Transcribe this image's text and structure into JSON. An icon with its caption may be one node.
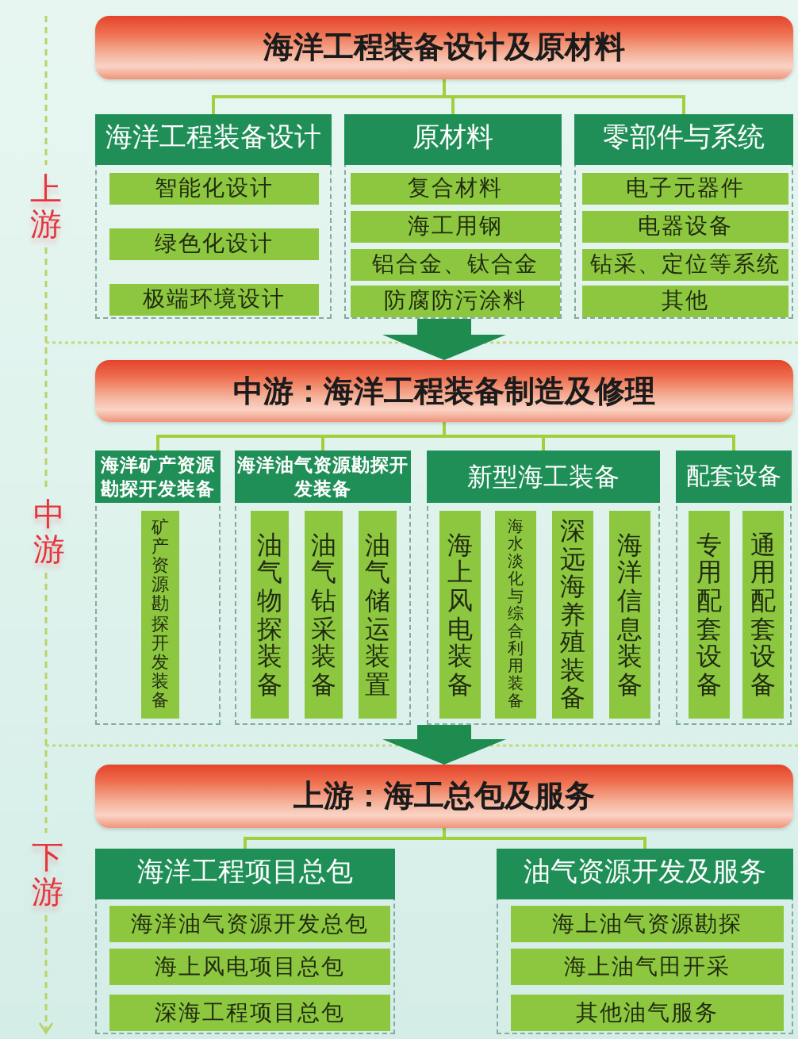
{
  "diagram": {
    "nodes": [
      {
        "text": [
          "海洋工程装备设计及原材料"
        ]
      },
      {
        "text": [
          "海洋工程装备设计"
        ]
      },
      {
        "text": [
          "智能化设计"
        ],
        "in": 1
      },
      {
        "text": [
          "绿色化设计"
        ],
        "in": 1
      },
      {
        "text": [
          "极端环境设计"
        ],
        "in": 1
      },
      {
        "text": [
          "原材料"
        ]
      },
      {
        "text": [
          "复合材料"
        ],
        "in": 5
      },
      {
        "text": [
          "海工用钢"
        ],
        "in": 5
      },
      {
        "text": [
          "铝合金、钛合金"
        ],
        "in": 5
      },
      {
        "text": [
          "防腐防污涂料"
        ],
        "in": 5
      },
      {
        "text": [
          "零部件与系统"
        ]
      },
      {
        "text": [
          "电子元器件"
        ],
        "in": 10
      },
      {
        "text": [
          "电器设备"
        ],
        "in": 10
      },
      {
        "text": [
          "钻采、定位等系统"
        ],
        "in": 10
      },
      {
        "text": [
          "其他"
        ],
        "in": 10
      },
      {
        "text": [
          "中游：海洋工程装备制造及修理"
        ]
      },
      {
        "text": [
          "海洋矿产资源勘探开发装备"
        ]
      },
      {
        "text": [
          "矿产资源勘探开发装备"
        ],
        "in": 16
      },
      {
        "text": [
          "海洋油气资源勘探开发装备"
        ]
      },
      {
        "text": [
          "油气物探装备"
        ],
        "in": 18
      },
      {
        "text": [
          "油气钻采装备"
        ],
        "in": 18
      },
      {
        "text": [
          "油气储运装置"
        ],
        "in": 18
      },
      {
        "text": [
          "新型海工装备"
        ]
      },
      {
        "text": [
          "海上风电装备"
        ],
        "in": 22
      },
      {
        "text": [
          "海水淡化与综合利用装备"
        ],
        "in": 22
      },
      {
        "text": [
          "深远海养殖装备"
        ],
        "in": 22
      },
      {
        "text": [
          "海洋信息装备"
        ],
        "in": 22
      },
      {
        "text": [
          "配套设备"
        ]
      },
      {
        "text": [
          "专用配套设备"
        ],
        "in": 27
      },
      {
        "text": [
          "通用配套设备"
        ],
        "in": 27
      },
      {
        "text": [
          "上游：海工总包及服务"
        ]
      },
      {
        "text": [
          "海洋工程项目总包"
        ]
      },
      {
        "text": [
          "海洋油气资源开发总包"
        ],
        "in": 31
      },
      {
        "text": [
          "海上风电项目总包"
        ],
        "in": 31
      },
      {
        "text": [
          "深海工程项目总包"
        ],
        "in": 31
      },
      {
        "text": [
          "油气资源开发及服务"
        ]
      },
      {
        "text": [
          "海上油气资源勘探"
        ],
        "in": 35
      },
      {
        "text": [
          "海上油气田开采"
        ],
        "in": 35
      },
      {
        "text": [
          "其他油气服务"
        ],
        "in": 35
      }
    ],
    "edges": [
      {
        "from": 0,
        "to": 1,
        "arrow": "none"
      },
      {
        "from": 0,
        "to": 5,
        "arrow": "none"
      },
      {
        "from": 0,
        "to": 10,
        "arrow": "none"
      },
      {
        "from": 5,
        "to": 15,
        "arrow": "to",
        "style": "thick",
        "color": "#1e8c4e"
      },
      {
        "from": 15,
        "to": 16,
        "arrow": "none"
      },
      {
        "from": 15,
        "to": 18,
        "arrow": "none"
      },
      {
        "from": 15,
        "to": 22,
        "arrow": "none"
      },
      {
        "from": 15,
        "to": 27,
        "arrow": "none"
      },
      {
        "from": 22,
        "to": 30,
        "arrow": "to",
        "style": "thick",
        "color": "#1e8c4e"
      },
      {
        "from": 30,
        "to": 31,
        "arrow": "none"
      },
      {
        "from": 30,
        "to": 35,
        "arrow": "none"
      }
    ],
    "labels": [
      "上游",
      "中游",
      "下游"
    ]
  }
}
